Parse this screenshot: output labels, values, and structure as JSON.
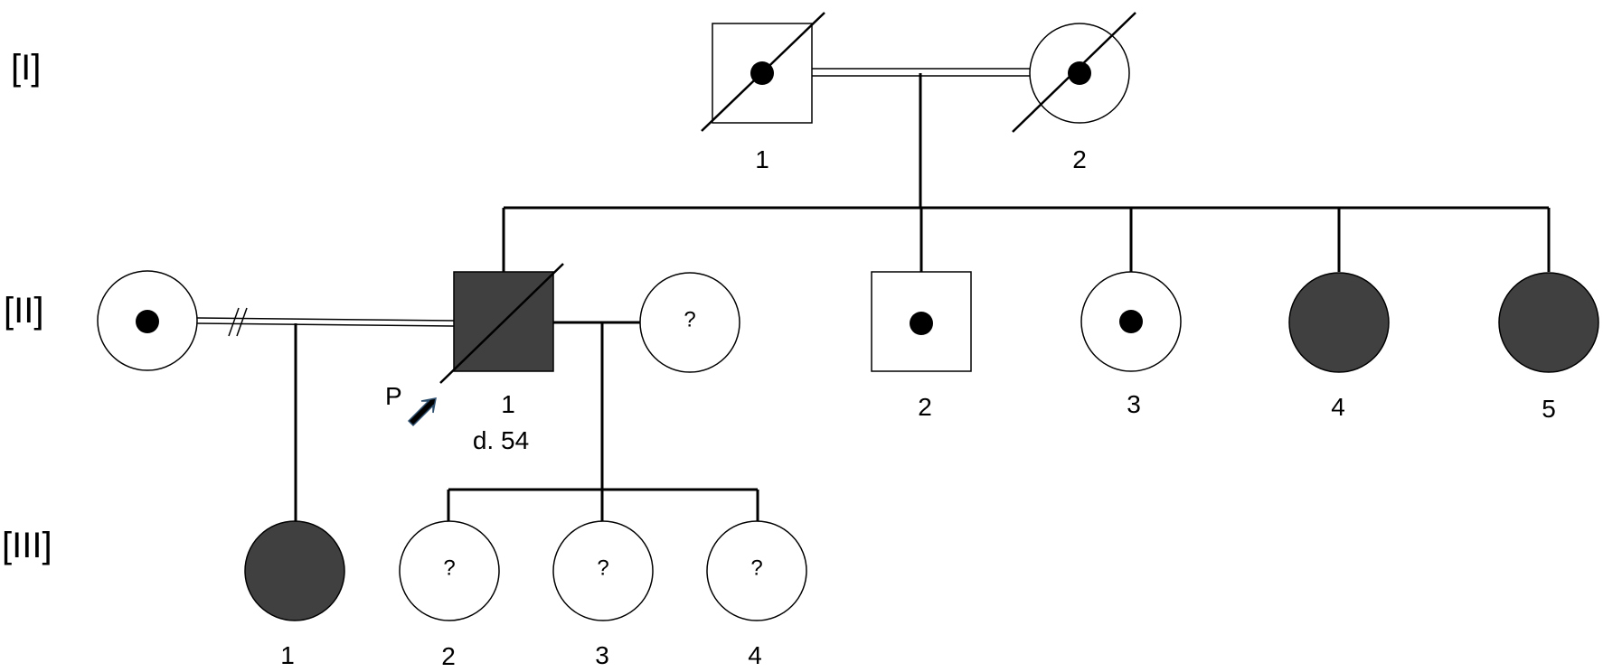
{
  "generations": {
    "gen1": "[I]",
    "gen2": "[II]",
    "gen3": "[III]"
  },
  "individuals": {
    "I_1": {
      "label": "1",
      "sex": "male",
      "status": "carrier",
      "deceased": true
    },
    "I_2": {
      "label": "2",
      "sex": "female",
      "status": "carrier",
      "deceased": true
    },
    "II_wife": {
      "sex": "female",
      "status": "carrier",
      "deceased": false
    },
    "II_1": {
      "label": "1",
      "sex": "male",
      "status": "affected",
      "deceased": true,
      "death_note": "d. 54",
      "proband_mark": "P"
    },
    "II_partner": {
      "sex": "female",
      "status": "unknown",
      "mark": "?"
    },
    "II_2": {
      "label": "2",
      "sex": "male",
      "status": "carrier",
      "deceased": false
    },
    "II_3": {
      "label": "3",
      "sex": "female",
      "status": "carrier",
      "deceased": false
    },
    "II_4": {
      "label": "4",
      "sex": "female",
      "status": "affected",
      "deceased": false
    },
    "II_5": {
      "label": "5",
      "sex": "female",
      "status": "affected",
      "deceased": false
    },
    "III_1": {
      "label": "1",
      "sex": "female",
      "status": "affected"
    },
    "III_2": {
      "label": "2",
      "sex": "female",
      "status": "unknown",
      "mark": "?"
    },
    "III_3": {
      "label": "3",
      "sex": "female",
      "status": "unknown",
      "mark": "?"
    },
    "III_4": {
      "label": "4",
      "sex": "female",
      "status": "unknown",
      "mark": "?"
    }
  },
  "colors": {
    "affected_fill": "#404040",
    "line": "#000000",
    "proband_arrow": "#000000",
    "proband_arrow_outline": "#2f4f6f"
  }
}
